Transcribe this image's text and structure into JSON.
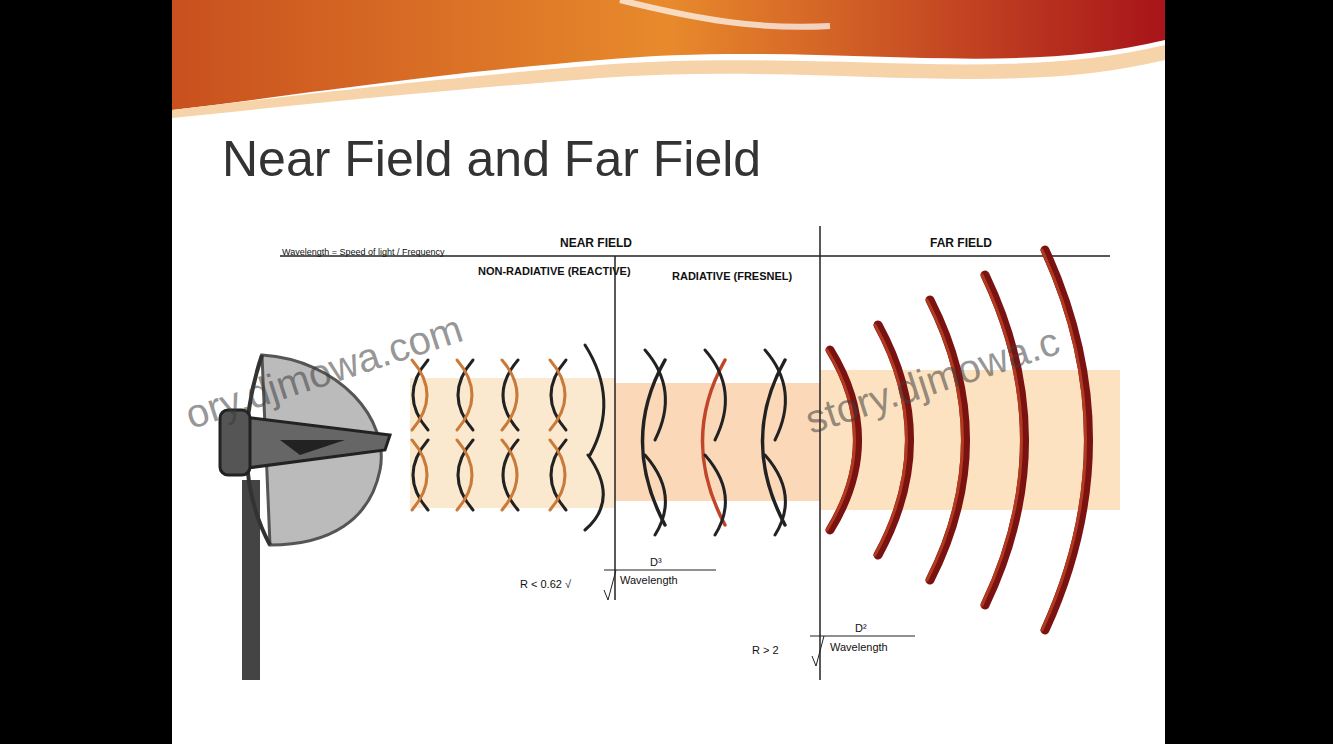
{
  "diagram": {
    "title": "Near Field and Far Field",
    "labels": [
      "Wavelength = Speed of light / Frequency",
      "NEAR FIELD",
      "FAR FIELD",
      "NON-RADIATIVE (REACTIVE)",
      "RADIATIVE (FRESNEL)",
      "R < 0.62 √",
      "D³",
      "Wavelength",
      "R > 2",
      "D²",
      "Wavelength",
      "ory.djmowa.com",
      "story.djmowa.c"
    ]
  }
}
